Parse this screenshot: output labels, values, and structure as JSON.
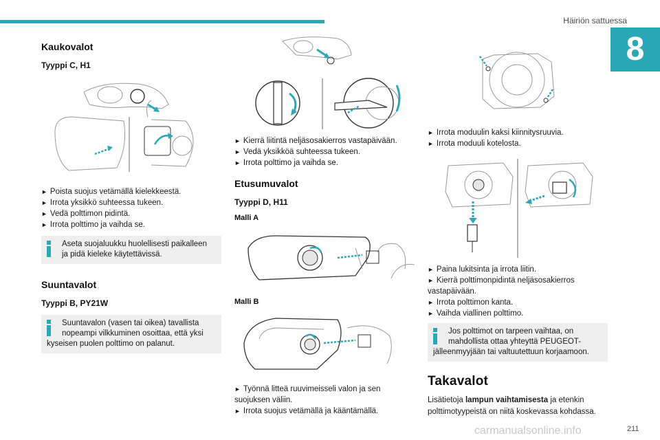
{
  "header": {
    "chapter_title": "Häiriön sattuessa",
    "chapter_number": "8",
    "accent_color": "#2aa8b8"
  },
  "col1": {
    "heading": "Kaukovalot",
    "subheading": "Tyyppi C, H1",
    "steps": [
      "Poista suojus vetämällä kielekkeestä.",
      "Irrota yksikkö suhteessa tukeen.",
      "Vedä polttimon pidintä.",
      "Irrota polttimo ja vaihda se."
    ],
    "note_line1": "Aseta suojaluukku huolellisesti paikalleen",
    "note_line2": "ja pidä kieleke käytettävissä.",
    "heading2": "Suuntavalot",
    "subheading2": "Tyyppi B, PY21W",
    "note2_line1": "Suuntavalon (vasen tai oikea) tavallista",
    "note2_line2": "nopeampi vilkkuminen osoittaa, että yksi",
    "note2_line3": "kyseisen puolen polttimo on palanut."
  },
  "col2": {
    "steps": [
      "Kierrä liitintä neljäsosakierros vastapäivään.",
      "Vedä yksikköä suhteessa tukeen.",
      "Irrota polttimo ja vaihda se."
    ],
    "heading": "Etusumuvalot",
    "subheading": "Tyyppi D, H11",
    "model_a": "Malli A",
    "model_b": "Malli B",
    "steps2_line1": "Työnnä litteä ruuvimeisseli valon ja sen",
    "steps2_line2": "suojuksen väliin.",
    "steps2_line3": "Irrota suojus vetämällä ja kääntämällä."
  },
  "col3": {
    "steps1": [
      "Irrota moduulin kaksi kiinnitysruuvia.",
      "Irrota moduuli kotelosta."
    ],
    "steps2_a": "Paina lukitsinta ja irrota liitin.",
    "steps2_b1": "Kierrä polttimonpidintä neljäsosakierros",
    "steps2_b2": "vastapäivään.",
    "steps2_c": "Irrota polttimon kanta.",
    "steps2_d": "Vaihda viallinen polttimo.",
    "note_line1": "Jos polttimot on tarpeen vaihtaa, on",
    "note_line2": "mahdollista ottaa yhteyttä PEUGEOT-",
    "note_line3": "jälleenmyyjään tai valtuutettuun korjaamoon.",
    "heading": "Takavalot",
    "para_pre": "Lisätietoja ",
    "para_bold": "lampun vaihtamisesta",
    "para_post": " ja etenkin",
    "para_line2": "polttimotyypeistä on niitä koskevassa kohdassa."
  },
  "footer": {
    "page_number": "211",
    "watermark": "carmanualsonline.info"
  }
}
